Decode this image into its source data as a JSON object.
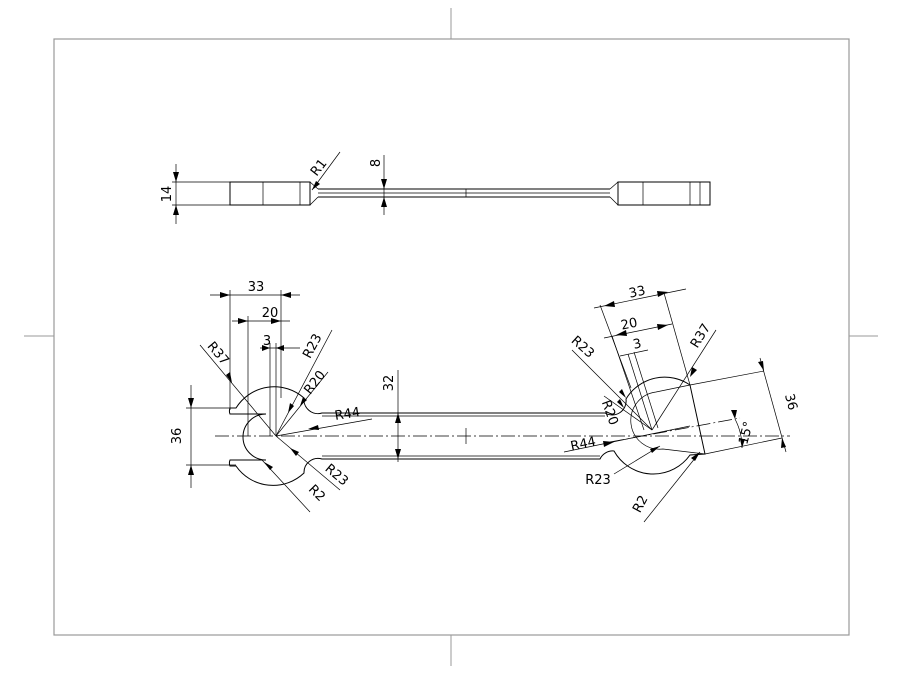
{
  "side_view": {
    "thickness": "14",
    "web_thickness": "8",
    "fillet": "R1"
  },
  "top_view": {
    "left_head": {
      "width_33": "33",
      "width_20": "20",
      "width_3": "3",
      "r37": "R37",
      "r23_top": "R23",
      "r20": "R20",
      "r44": "R44",
      "jaw_36": "36",
      "r23_bottom": "R23",
      "r2": "R2"
    },
    "handle_width": "32",
    "right_head": {
      "width_33": "33",
      "width_20": "20",
      "width_3": "3",
      "r23_top": "R23",
      "r37": "R37",
      "r20": "R20",
      "jaw_36": "36",
      "angle": "15°",
      "r44": "R44",
      "r23_bottom": "R23",
      "r2": "R2"
    }
  }
}
